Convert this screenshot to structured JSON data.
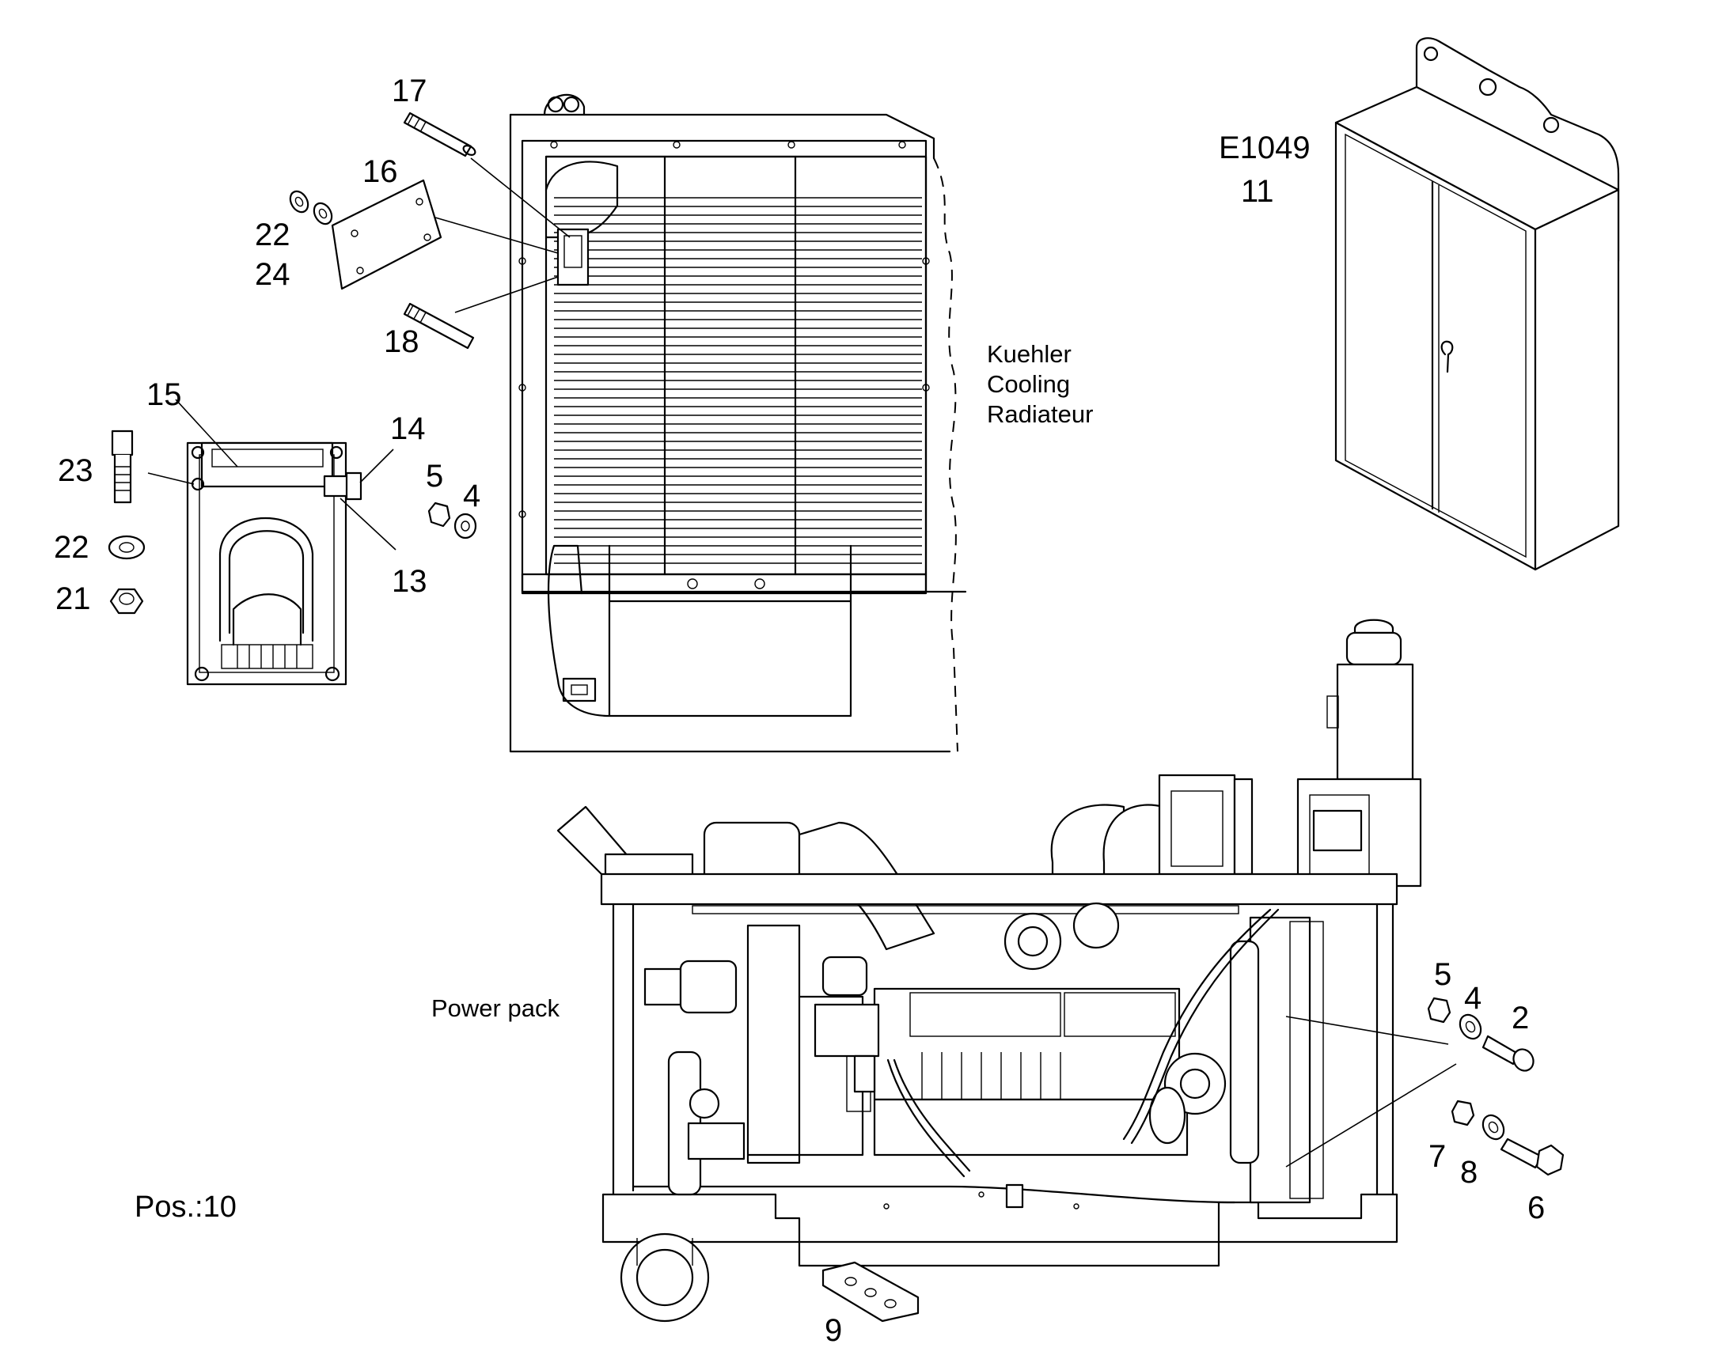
{
  "callouts": {
    "c17": "17",
    "c16": "16",
    "c22a": "22",
    "c24": "24",
    "c18": "18",
    "c15": "15",
    "c14": "14",
    "c23": "23",
    "c5a": "5",
    "c4a": "4",
    "c22b": "22",
    "c13": "13",
    "c21": "21",
    "c5b": "5",
    "c4b": "4",
    "c2": "2",
    "c7": "7",
    "c8": "8",
    "c6": "6",
    "c9": "9",
    "e1049": "E1049",
    "c11": "11"
  },
  "labels": {
    "kuehler": "Kuehler",
    "cooling": "Cooling",
    "radiateur": "Radiateur",
    "power_pack": "Power pack",
    "pos": "Pos.:10"
  }
}
